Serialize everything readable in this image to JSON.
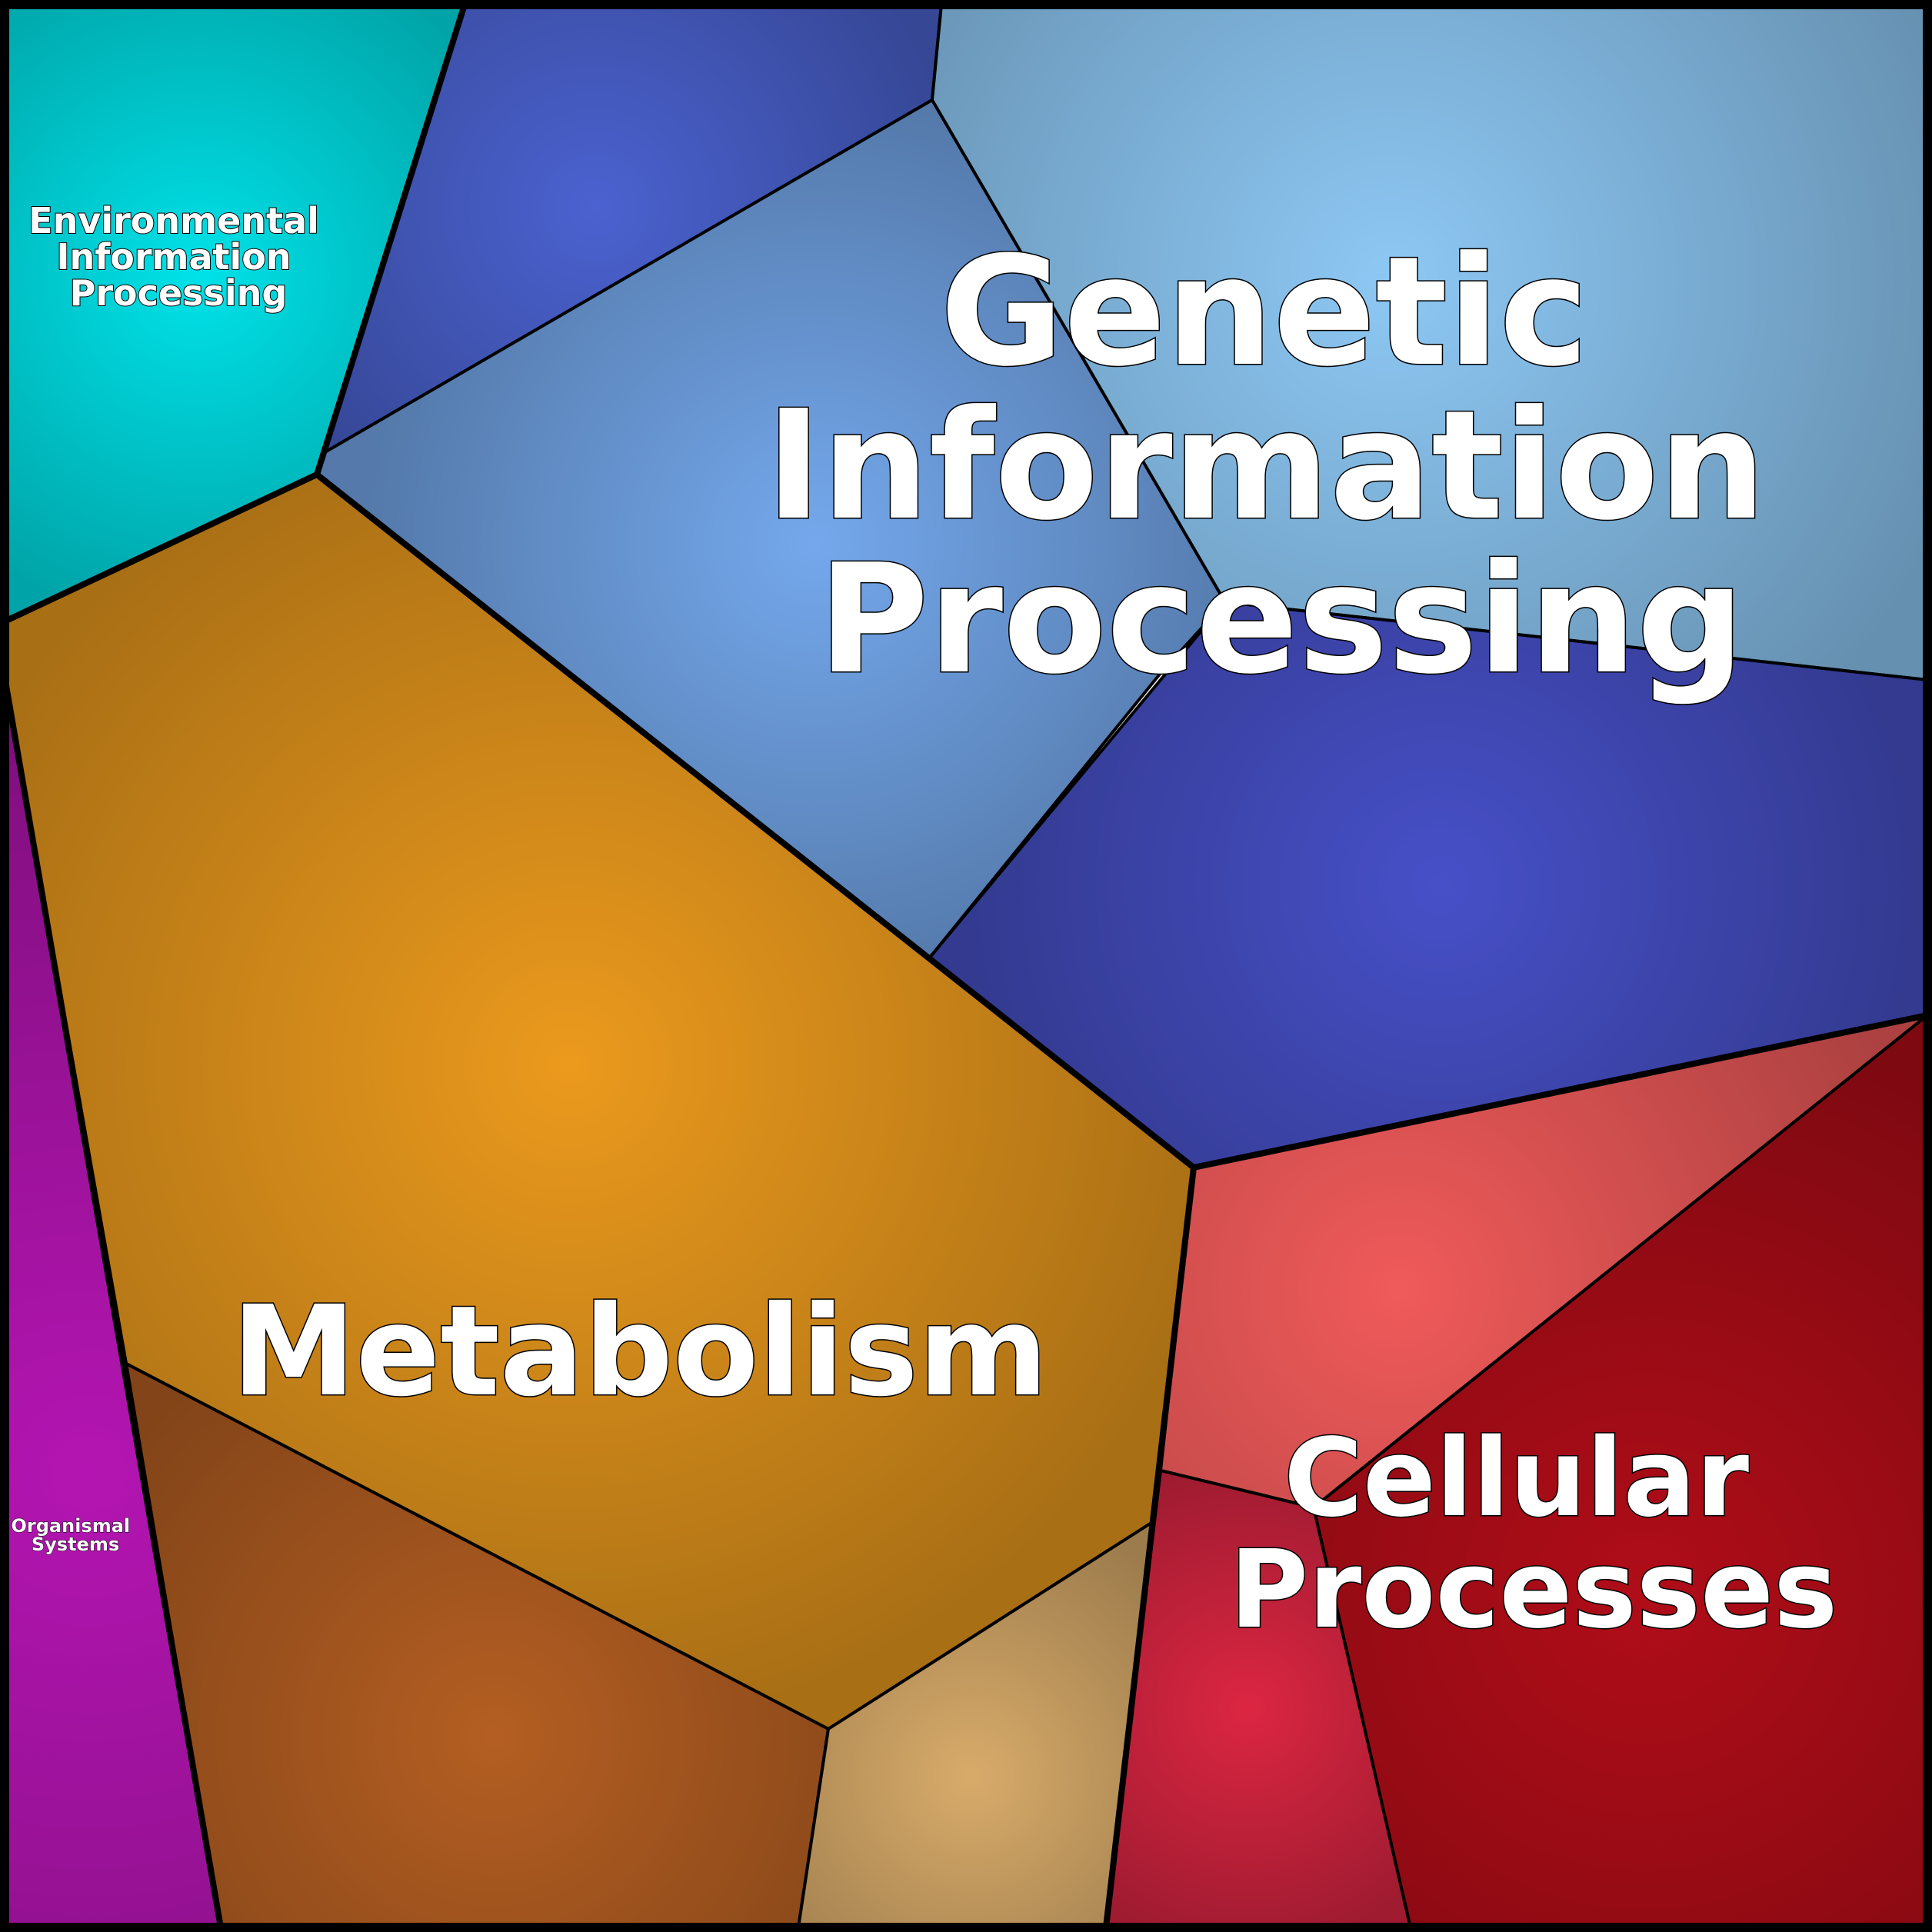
{
  "diagram": {
    "type": "voronoi-treemap",
    "groups": [
      {
        "id": "genetic",
        "label_lines": [
          "Genetic",
          "Information",
          "Processing"
        ],
        "color": "#7ab2e0"
      },
      {
        "id": "metabolism",
        "label_lines": [
          "Metabolism"
        ],
        "color": "#d98b1a"
      },
      {
        "id": "cellular",
        "label_lines": [
          "Cellular",
          "Processes"
        ],
        "color": "#b0101e"
      },
      {
        "id": "environmental",
        "label_lines": [
          "Environmental",
          "Information",
          "Processing"
        ],
        "color": "#00c4cf"
      },
      {
        "id": "organismal",
        "label_lines": [
          "Organismal",
          "Systems"
        ],
        "color": "#a3149e"
      }
    ],
    "cell_colors": {
      "env": "#00e2e8",
      "blue_top": "#4b62d0",
      "gip_mid": "#74a8ec",
      "gip_right": "#8dc8f4",
      "blue_bottom": "#4750c8",
      "metab_main": "#eb9a1d",
      "metab_brown": "#b45e22",
      "metab_tan": "#d8ab6a",
      "cell_coral": "#f05a5a",
      "cell_crimson": "#dc2642",
      "cell_darkred": "#b00d18",
      "org": "#b415b2"
    }
  }
}
